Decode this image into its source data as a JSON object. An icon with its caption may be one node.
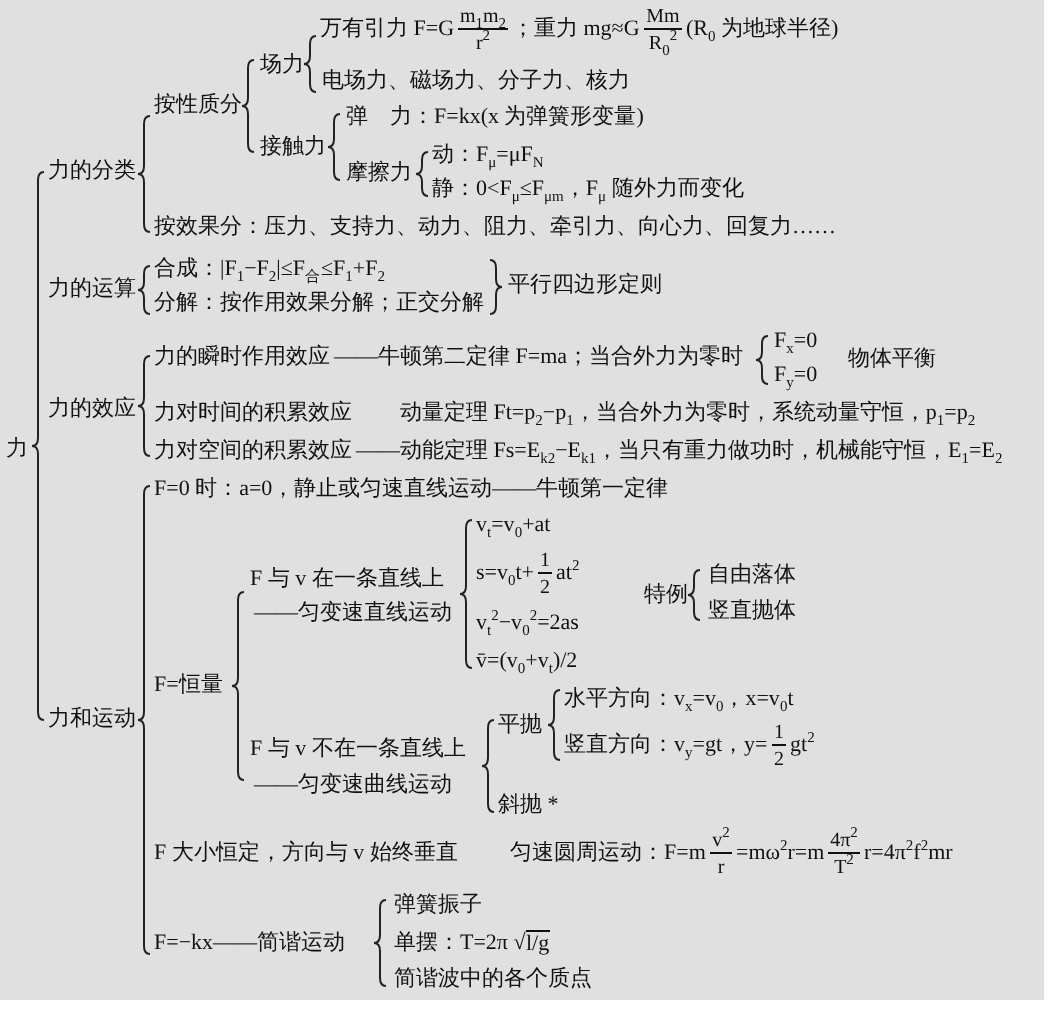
{
  "diagram": {
    "labels": [
      "万有引力 F=G",
      "m$_{1}$m$_{2}$",
      "r$^{2}$",
      "；重力 mg≈G",
      "Mm",
      "R$_{0}$$^{2}$",
      "(R$_{0}$ 为地球半径)",
      "场力",
      "电场力、磁场力、分子力、核力",
      "按性质分",
      "弹　力：F=kx(x 为弹簧形变量)",
      "接触力",
      "动：F$_{μ}$=μF$_{N}$",
      "力的分类",
      "摩擦力",
      "静：0<F$_{μ}$≤F$_{μm}$，F$_{μ}$ 随外力而变化",
      "按效果分：压力、支持力、动力、阻力、牵引力、向心力、回复力……",
      "力的运算",
      "合成：|F$_{1}$−F$_{2}$|≤F$_{合}$≤F$_{1}$+F$_{2}$",
      "平行四边形定则",
      "分解：按作用效果分解；正交分解",
      "力的瞬时作用效应",
      "——牛顿第二定律 F=ma；当合外力为零时",
      "F$_{x}$=0",
      "物体平衡",
      "F$_{y}$=0",
      "力的效应",
      "力对时间的积累效应",
      "动量定理 Ft=p$_{2}$−p$_{1}$，当合外力为零时，系统动量守恒，p$_{1}$=p$_{2}$",
      "力",
      "力对空间的积累效应",
      "——动能定理 Fs=E$_{k2}$−E$_{k1}$，当只有重力做功时，机械能守恒，E$_{1}$=E$_{2}$",
      "F=0 时：a=0，静止或匀速直线运动——牛顿第一定律",
      "v$_{t}$=v$_{0}$+at",
      "F 与 v 在一条直线上",
      "s=v$_{0}$t+",
      "1",
      "2",
      "at$^{2}$",
      "特例",
      "自由落体",
      "——匀变速直线运动",
      "v$_{t}$$^{2}$−v$_{0}$$^{2}$=2as",
      "竖直抛体",
      "v̄=(v$_{0}$+v$_{t}$)/2",
      "F=恒量",
      "水平方向：v$_{x}$=v$_{0}$，x=v$_{0}$t",
      "力和运动",
      "F 与 v 不在一条直线上",
      "平抛",
      "竖直方向：v$_{y}$=gt，y=",
      "1",
      "2",
      "gt$^{2}$",
      "——匀变速曲线运动",
      "斜抛 *",
      "F 大小恒定，方向与 v 始终垂直",
      "匀速圆周运动：F=m",
      "v$^{2}$",
      "r",
      "=mω$^{2}$r=m",
      "4π$^{2}$",
      "T$^{2}$",
      "r=4π$^{2}$f$^{2}$mr",
      "弹簧振子",
      "F=−kx——简谐运动",
      "单摆：T=2π √",
      "l/g",
      "简谐波中的各个质点"
    ]
  }
}
